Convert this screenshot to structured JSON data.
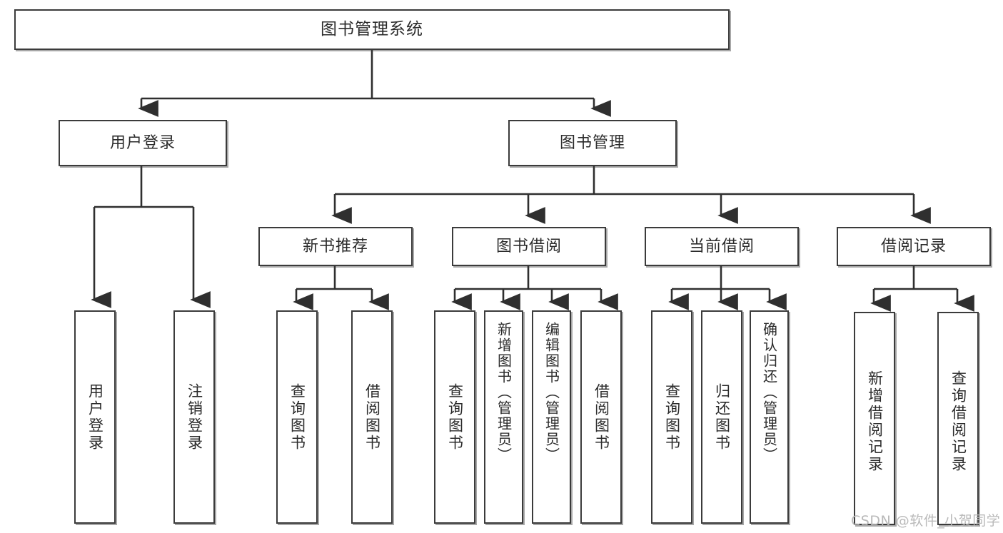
{
  "diagram": {
    "type": "tree-hierarchy-diagram",
    "title": "图书管理系统",
    "style": {
      "background": "#ffffff",
      "box_fill": "#ffffff",
      "box_border": "#3b3b3b",
      "connector": "#2f2f2f",
      "text": "#2b2b2b",
      "watermark": "#b9b9b9"
    },
    "levels": {
      "root": "图书管理系统",
      "level2": [
        "用户登录",
        "图书管理"
      ],
      "level3": [
        "新书推荐",
        "图书借阅",
        "当前借阅",
        "借阅记录"
      ]
    },
    "nodes": {
      "root": {
        "label": "图书管理系统"
      },
      "user_login": {
        "label": "用户登录"
      },
      "book_mgmt": {
        "label": "图书管理"
      },
      "new_book_rec": {
        "label": "新书推荐"
      },
      "book_borrow": {
        "label": "图书借阅"
      },
      "current_borrow": {
        "label": "当前借阅"
      },
      "borrow_record": {
        "label": "借阅记录"
      },
      "leaf_user_login": {
        "label": "用户登录"
      },
      "leaf_logout": {
        "label": "注销登录"
      },
      "leaf_query_book_1": {
        "label": "查询图书"
      },
      "leaf_borrow_book_1": {
        "label": "借阅图书"
      },
      "leaf_query_book_2": {
        "label": "查询图书"
      },
      "leaf_add_book_admin": {
        "label": "新增图书（管理员）"
      },
      "leaf_edit_book_admin": {
        "label": "编辑图书（管理员）"
      },
      "leaf_borrow_book_2": {
        "label": "借阅图书"
      },
      "leaf_query_book_3": {
        "label": "查询图书"
      },
      "leaf_return_book": {
        "label": "归还图书"
      },
      "leaf_confirm_return_admin": {
        "label": "确认归还（管理员）"
      },
      "leaf_add_record": {
        "label": "新增借阅记录"
      },
      "leaf_query_record": {
        "label": "查询借阅记录"
      }
    },
    "edges": [
      {
        "from": "root",
        "to": "user_login"
      },
      {
        "from": "root",
        "to": "book_mgmt"
      },
      {
        "from": "user_login",
        "to": "leaf_user_login"
      },
      {
        "from": "user_login",
        "to": "leaf_logout"
      },
      {
        "from": "book_mgmt",
        "to": "new_book_rec"
      },
      {
        "from": "book_mgmt",
        "to": "book_borrow"
      },
      {
        "from": "book_mgmt",
        "to": "current_borrow"
      },
      {
        "from": "book_mgmt",
        "to": "borrow_record"
      },
      {
        "from": "new_book_rec",
        "to": "leaf_query_book_1"
      },
      {
        "from": "new_book_rec",
        "to": "leaf_borrow_book_1"
      },
      {
        "from": "book_borrow",
        "to": "leaf_query_book_2"
      },
      {
        "from": "book_borrow",
        "to": "leaf_add_book_admin"
      },
      {
        "from": "book_borrow",
        "to": "leaf_edit_book_admin"
      },
      {
        "from": "book_borrow",
        "to": "leaf_borrow_book_2"
      },
      {
        "from": "current_borrow",
        "to": "leaf_query_book_3"
      },
      {
        "from": "current_borrow",
        "to": "leaf_return_book"
      },
      {
        "from": "current_borrow",
        "to": "leaf_confirm_return_admin"
      },
      {
        "from": "borrow_record",
        "to": "leaf_add_record"
      },
      {
        "from": "borrow_record",
        "to": "leaf_query_record"
      }
    ]
  },
  "watermark": {
    "text": "CSDN @软件_小贺同学"
  }
}
